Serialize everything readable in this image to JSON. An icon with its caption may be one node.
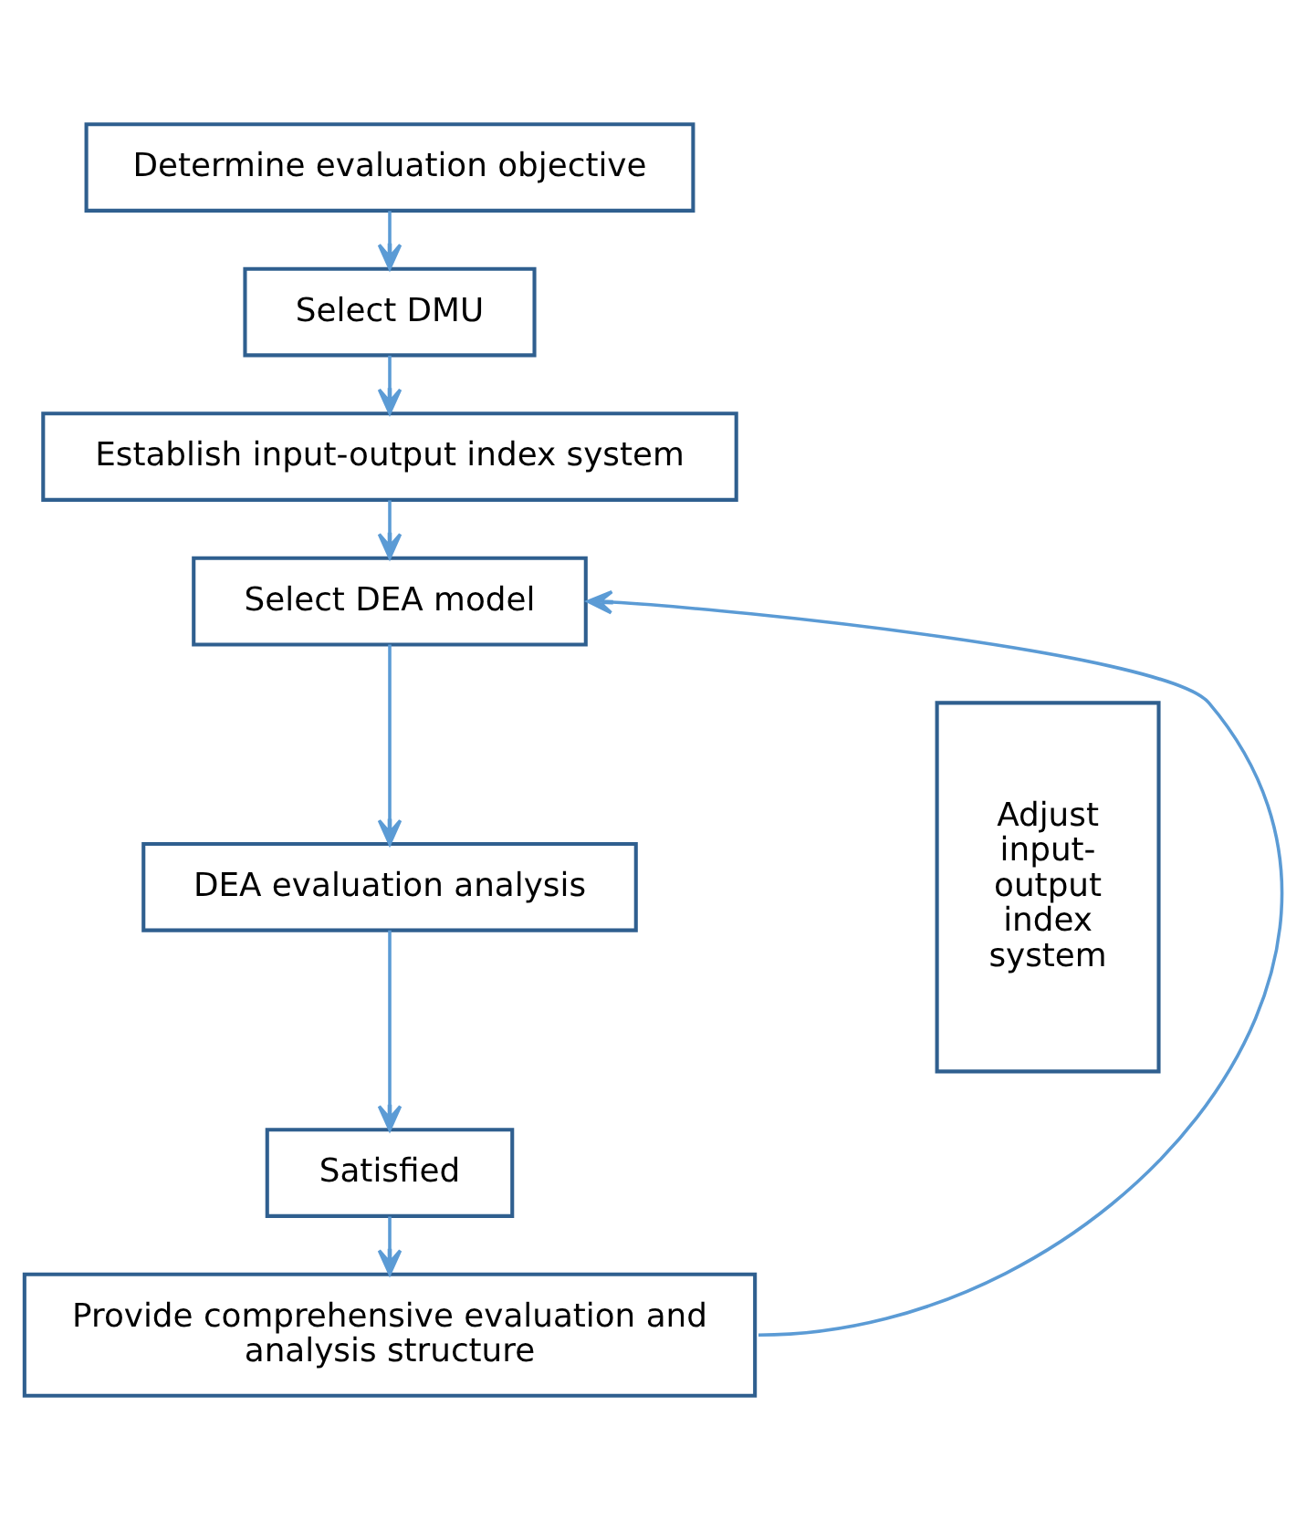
{
  "diagram": {
    "nodes": [
      {
        "text": [
          "Determine evaluation objective"
        ]
      },
      {
        "text": [
          "Select DMU"
        ]
      },
      {
        "text": [
          "Establish input-output index system"
        ]
      },
      {
        "text": [
          "Select DEA model"
        ]
      },
      {
        "text": [
          "DEA evaluation analysis"
        ]
      },
      {
        "text": [
          "Satisfied"
        ]
      },
      {
        "text": [
          "Provide comprehensive evaluation and analysis structure"
        ]
      },
      {
        "text": [
          "Adjust input-output index system"
        ]
      }
    ],
    "edges": [
      {
        "from": 0,
        "to": 1,
        "arrow": "to"
      },
      {
        "from": 1,
        "to": 2,
        "arrow": "to"
      },
      {
        "from": 2,
        "to": 3,
        "arrow": "to"
      },
      {
        "from": 3,
        "to": 4,
        "arrow": "to"
      },
      {
        "from": 4,
        "to": 5,
        "arrow": "to"
      },
      {
        "from": 5,
        "to": 6,
        "arrow": "to"
      },
      {
        "from": 6,
        "to": 3,
        "arrow": "to"
      }
    ]
  }
}
